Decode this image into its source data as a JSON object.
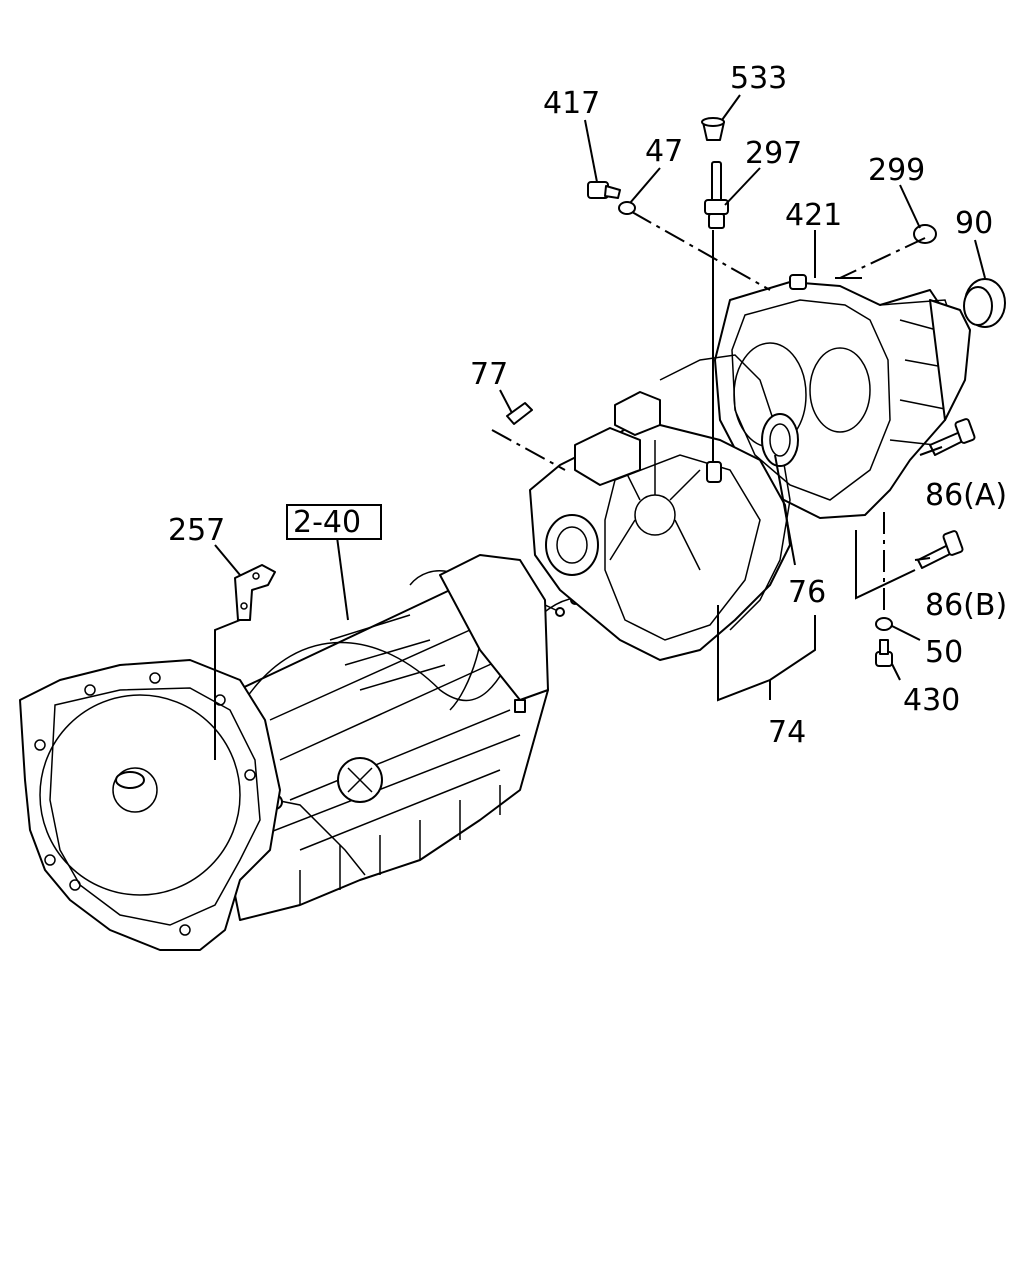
{
  "labels": {
    "p533": "533",
    "p417": "417",
    "p47": "47",
    "p297": "297",
    "p299": "299",
    "p421": "421",
    "p90": "90",
    "p77": "77",
    "p257": "257",
    "p2_40": "2-40",
    "p86a": "86(A)",
    "p76": "76",
    "p86b": "86(B)",
    "p50": "50",
    "p430": "430",
    "p74": "74"
  }
}
